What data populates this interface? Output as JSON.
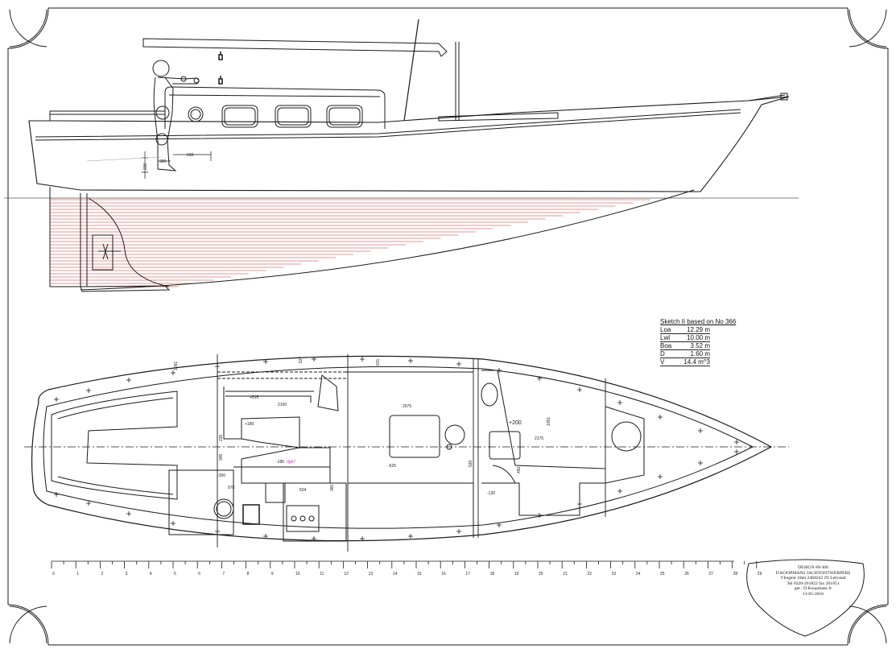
{
  "colors": {
    "line": "#1a1a1a",
    "hatch": "#d42a2a",
    "dim_magenta": "#d030c8",
    "waterline": "#555555"
  },
  "sketch": {
    "title": "Sketch II based on No 366",
    "rows": [
      {
        "key": "Loa",
        "value": "12.29 m"
      },
      {
        "key": "Lwl",
        "value": "10.00 m"
      },
      {
        "key": "Boa",
        "value": "3.52 m"
      },
      {
        "key": "D",
        "value": "1.60 m"
      },
      {
        "key": "V",
        "value": "14.4 m^3"
      }
    ]
  },
  "title_block": {
    "lines": [
      "DESIGN #0-366",
      "D.KOOPMANS JACHTONTWERPERS",
      "Vliegent 18eit 2468242 JN Lelystad",
      "Tel 0320-261822 fax 261851",
      "get : D.Koopmans Jr",
      "13-05-2016"
    ]
  },
  "scale_labels": [
    "0",
    "1",
    "2",
    "3",
    "4",
    "5",
    "6",
    "7",
    "8",
    "9",
    "10",
    "11",
    "12",
    "13",
    "14",
    "15",
    "16",
    "17",
    "18",
    "19",
    "20",
    "21",
    "22",
    "23",
    "24",
    "25",
    "26",
    "27",
    "28",
    "29"
  ],
  "profile_dims": [
    "630",
    "300",
    "230"
  ],
  "plan_dims": [
    "+515",
    "2100",
    "2075",
    "+180",
    "230",
    "345",
    "-180",
    "-350",
    "975",
    "624",
    "360",
    "-625",
    "530",
    "+200",
    "2175",
    "1051",
    "450",
    "-130",
    "537",
    "631",
    "1091"
  ],
  "plan_note": "dgtt?"
}
